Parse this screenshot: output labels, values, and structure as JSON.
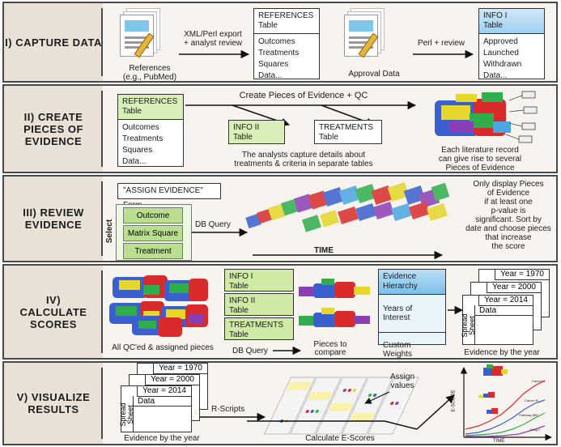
{
  "rows": [
    {
      "label": "I) CAPTURE DATA"
    },
    {
      "label": "II) CREATE PIECES OF EVIDENCE"
    },
    {
      "label": "III) REVIEW EVIDENCE"
    },
    {
      "label": "IV) CALCULATE SCORES"
    },
    {
      "label": "V) VISUALIZE RESULTS"
    }
  ],
  "r1": {
    "doc_caption_1": "References",
    "doc_caption_2": "(e.g., PubMed)",
    "arrow1_1": "XML/Perl export",
    "arrow1_2": "+ analyst review",
    "ref_title": "REFERENCES",
    "ref_sub": "Table",
    "ref_items": [
      "Outcomes",
      "Treatments",
      "Squares",
      "Data..."
    ],
    "approval": "Approval Data",
    "arrow2": "Perl + review",
    "info_title": "INFO I",
    "info_sub": "Table",
    "info_items": [
      "Approved",
      "Launched",
      "Withdrawn",
      "Data..."
    ]
  },
  "r2": {
    "ref_title": "REFERENCES",
    "ref_sub": "Table",
    "ref_items": [
      "Outcomes",
      "Treatments",
      "Squares",
      "Data..."
    ],
    "top_arrow": "Create Pieces of Evidence + QC",
    "info2_title": "INFO II",
    "info2_sub": "Table",
    "treat_title": "TREATMENTS",
    "treat_sub": "Table",
    "note1": "The analysts capture details about",
    "note2": "treatments & criteria in separate tables",
    "caption1": "Each literature record",
    "caption2": "can give rise to several",
    "caption3": "Pieces of Evidence"
  },
  "r3": {
    "form": "\"ASSIGN EVIDENCE\" Form",
    "select": "Select",
    "items": [
      "Outcome",
      "Matrix Square",
      "Treatment"
    ],
    "db": "DB Query",
    "time": "TIME",
    "note": [
      "Only display Pieces",
      "of Evidence",
      "if at least one",
      "p-value is",
      "significant. Sort by",
      "date and choose pieces",
      "that increase",
      "the score"
    ]
  },
  "r4": {
    "pile_caption": "All QC'ed & assigned pieces",
    "info1_title": "INFO I",
    "info1_sub": "Table",
    "info2_title": "INFO II",
    "info2_sub": "Table",
    "treat_title": "TREATMENTS",
    "treat_sub": "Table",
    "db": "DB Query",
    "compare1": "Pieces to",
    "compare2": "compare",
    "hier1": "Evidence",
    "hier2": "Hierarchy",
    "years": "Years of Interest",
    "weights": "Custom Weights",
    "year1": "Year = 1970",
    "year2": "Year = 2000",
    "year3": "Year = 2014",
    "data": "Data",
    "spread1": "Spread",
    "spread2": "Sheet",
    "caption": "Evidence by the year"
  },
  "r5": {
    "year1": "Year = 1970",
    "year2": "Year = 2000",
    "year3": "Year = 2014",
    "data": "Data",
    "spread1": "Spread",
    "spread2": "Sheet",
    "caption": "Evidence by the year",
    "rscripts": "R-Scripts",
    "assign1": "Assign",
    "assign2": "values",
    "calc": "Calculate E-Scores",
    "yaxis": "E-SCORE",
    "xaxis": "TIME",
    "series": [
      "Cancer A",
      "Cancer B",
      "Pathway ABC",
      "Drug 1"
    ]
  },
  "colors": {
    "border": "#4a4a4a",
    "label_bg": "#e9e1d6",
    "green": "#cfe9a6",
    "blue": "#9fd0ef"
  }
}
